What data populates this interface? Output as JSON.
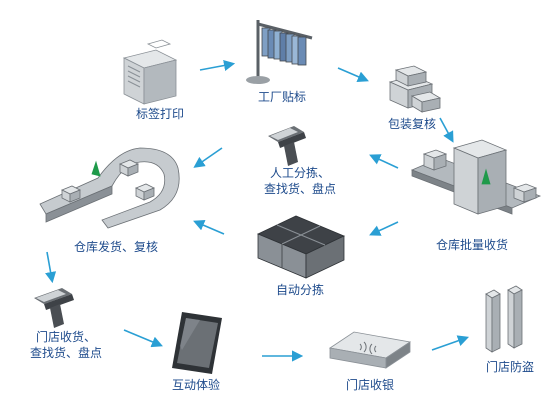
{
  "stages": {
    "label_printing": "标签打印",
    "factory_tagging": "工厂贴标",
    "packing_check": "包装复核",
    "manual_sort": [
      "人工分拣、",
      "查找货、盘点"
    ],
    "warehouse_ship": "仓库发货、复核",
    "warehouse_receive": "仓库批量收货",
    "auto_sort": "自动分拣",
    "store_receive": [
      "门店收货、",
      "查找货、盘点"
    ],
    "interactive": "互动体验",
    "store_checkout": "门店收银",
    "store_antitheft": "门店防盗"
  },
  "colors": {
    "label_text": "#1e4b8c",
    "arrow": "#2a9fd4",
    "icon_dark": "#3e4247",
    "icon_mid": "#8a9096",
    "icon_light": "#cfd3d6",
    "accent_green": "#1f9a4a"
  }
}
